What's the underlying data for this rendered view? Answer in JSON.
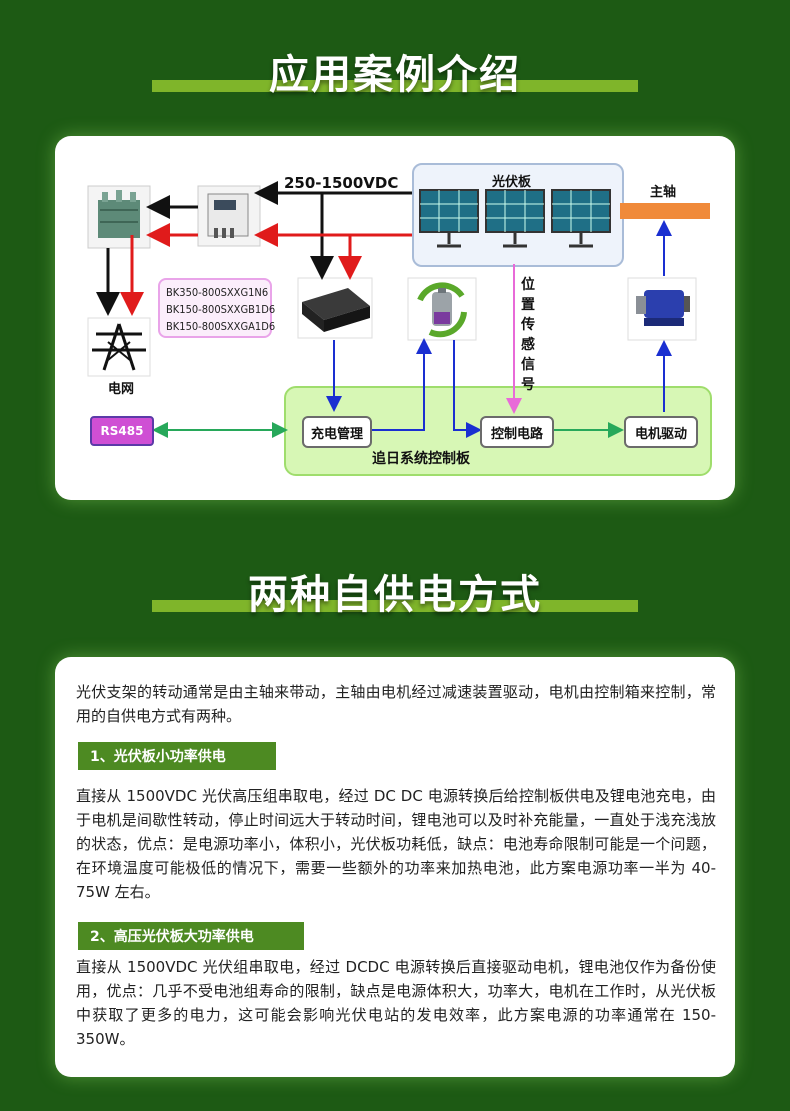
{
  "section1": {
    "title": "应用案例介绍"
  },
  "section2": {
    "title": "两种自供电方式"
  },
  "diagram": {
    "voltage_label": "250-1500VDC",
    "solar_panel_label": "光伏板",
    "shaft_label": "主轴",
    "grid_label": "电网",
    "part_numbers": [
      "BK350-800SXXG1N6",
      "BK150-800SXXGB1D6",
      "BK150-800SXXGA1D6"
    ],
    "position_sensor_label": "位置传感信号",
    "rs485_label": "RS485",
    "charge_mgmt_label": "充电管理",
    "control_circuit_label": "控制电路",
    "motor_drive_label": "电机驱动",
    "control_board_label": "追日系统控制板",
    "colors": {
      "red": "#e01b1b",
      "black": "#111111",
      "blue": "#1a2fd1",
      "green": "#27a85a",
      "pink": "#e86ad8",
      "orange": "#f08a3a"
    }
  },
  "text": {
    "intro": "光伏支架的转动通常是由主轴来带动，主轴由电机经过减速装置驱动，电机由控制箱来控制，常用的自供电方式有两种。",
    "method1_title": "1、光伏板小功率供电",
    "method1_body": "直接从 1500VDC 光伏高压组串取电，经过 DC DC 电源转换后给控制板供电及锂电池充电，由于电机是间歇性转动，停止时间远大于转动时间，锂电池可以及时补充能量，一直处于浅充浅放的状态，优点：是电源功率小，体积小，光伏板功耗低，缺点：电池寿命限制可能是一个问题，在环境温度可能极低的情况下，需要一些额外的功率来加热电池，此方案电源功率一半为 40-75W 左右。",
    "method2_title": "2、高压光伏板大功率供电",
    "method2_body": "直接从 1500VDC 光伏组串取电，经过 DCDC 电源转换后直接驱动电机，锂电池仅作为备份使用，优点：几乎不受电池组寿命的限制，缺点是电源体积大，功率大，电机在工作时，从光伏板中获取了更多的电力，这可能会影响光伏电站的发电效率，此方案电源的功率通常在 150-350W。"
  }
}
